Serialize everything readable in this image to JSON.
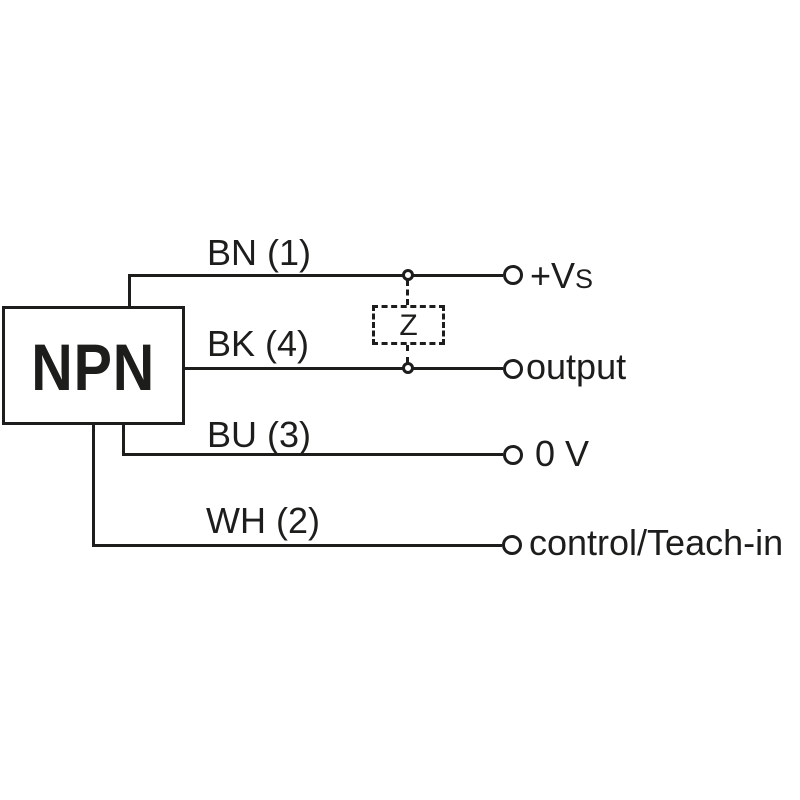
{
  "diagram": {
    "device_label": "NPN",
    "impedance_label": "Z",
    "colors": {
      "stroke": "#1d1d1b",
      "background": "#ffffff"
    },
    "wires": [
      {
        "label": "BN (1)",
        "terminal": "+V",
        "terminal_small": "S"
      },
      {
        "label": "BK (4)",
        "terminal": "output",
        "terminal_small": ""
      },
      {
        "label": "BU (3)",
        "terminal": "0 V",
        "terminal_small": ""
      },
      {
        "label": "WH (2)",
        "terminal": "control/Teach-in",
        "terminal_small": ""
      }
    ]
  }
}
